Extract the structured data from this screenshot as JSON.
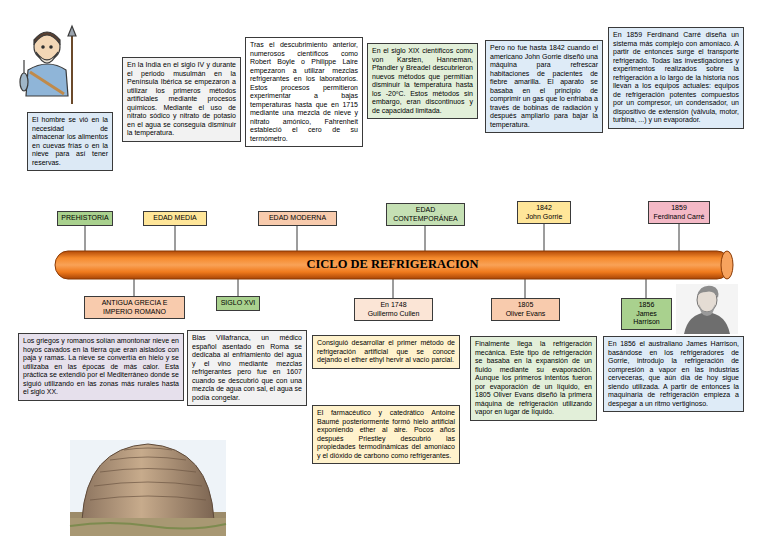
{
  "diagram": {
    "title": "CICLO DE REFRIGERACION",
    "nodes": [
      {
        "text": [
          "El hombre se vió en la necesidad de almacenar los alimentos en cuevas frías o en la nieve para así tener reservas."
        ]
      },
      {
        "text": [
          "PREHISTORIA"
        ]
      },
      {
        "text": [
          "En la India en el siglo IV y durante el periodo musulmán en la Península Ibérica se empezaron a utilizar los primeros métodos artificiales mediante procesos químicos. Mediante el uso de nitrato sódico y nitrato de potasio en el agua se conseguía disminuir la temperatura."
        ]
      },
      {
        "text": [
          "EDAD MEDIA"
        ]
      },
      {
        "text": [
          "Tras el descubrimiento anterior, numerosos científicos como Robert Boyle o Philippe Laire empezaron a utilizar mezclas refrigerantes en los laboratorios. Estos procesos permitieron experimentar a bajas temperaturas hasta que en 1715 mediante una mezcla de nieve y nitrato amónico, Fahrenheit estableció el cero de su termómetro."
        ]
      },
      {
        "text": [
          "EDAD MODERNA"
        ]
      },
      {
        "text": [
          "En el siglo XIX científicos como von Karsten, Hanneman, Pfandler y Breadel descubrieron nuevos métodos que permitían disminuir la temperatura hasta los -20ºC. Estos métodos sin embargo, eran discontinuos y de capacidad limitada."
        ]
      },
      {
        "text": [
          "EDAD CONTEMPORÁNEA"
        ]
      },
      {
        "text": [
          "Pero no fue hasta 1842 cuando el americano John Gorrie diseñó una máquina para refrescar habitaciones de pacientes de fiebre amarilla. El aparato se basaba en el principio de comprimir un gas que lo enfriaba a través de bobinas de radiación y después ampliarlo para bajar la temperatura."
        ]
      },
      {
        "text": [
          "1842",
          "John Gorrie"
        ]
      },
      {
        "text": [
          "En 1859 Ferdinand Carré diseña un sistema más complejo con amoníaco. A partir de entonces surge el transporte refrigerado. Todas las investigaciones y experimentos realizados sobre la refrigeración a lo largo de la historia nos llevan a los equipos actuales: equipos de refrigeración potentes compuestos por un compresor, un condensador, un dispositivo de extensión (válvula, motor, turbina, ...) y un evaporador."
        ]
      },
      {
        "text": [
          "1859",
          "Ferdinand Carré"
        ]
      },
      {
        "text": [
          "ANTIGUA GRECIA E IMPERIO ROMANO"
        ]
      },
      {
        "text": [
          "Los griegos y romanos solían amontonar nieve en hoyos cavados en la tierra que eran aislados con paja y ramas. La nieve se convertía en hielo y se utilizaba en las épocas de más calor. Esta práctica se extendió por el Mediterráneo donde se siguió utilizando en las zonas más rurales hasta el siglo XX."
        ]
      },
      {
        "text": [
          "SIGLO XVI"
        ]
      },
      {
        "text": [
          "Blas Villafranca, un médico español asentado en Roma se dedicaba al enfriamiento del agua y el vino mediante mezclas refrigerantes pero fue en 1607 cuando se descubrió que con una mezcla de agua con sal, el agua se podía congelar."
        ]
      },
      {
        "text": [
          "En 1748",
          "Guillermo Cullen"
        ]
      },
      {
        "text": [
          "Consiguió desarrollar el primer método de refrigeración artificial que se conoce dejando el ether ethyl hervir al vacío parcial."
        ]
      },
      {
        "text": [
          "El farmacéutico y catedrático Antoine Baumé posteriormente formó hielo artificial exponiendo ether al aire. Pocos años después Priestley descubrió las propiedades termodinámicas del amoníaco y el dióxido de carbono como refrigerantes."
        ]
      },
      {
        "text": [
          "1805",
          "Oliver Evans"
        ]
      },
      {
        "text": [
          "Finalmente llega la refrigeración mecánica. Este tipo de refrigeración se basaba en la expansión de un fluido mediante su evaporación. Aunque los primeros intentos fueron por evaporación de un líquido, en 1805 Oliver Evans diseñó la primera máquina de refrigeración utilizando vapor en lugar de líquido."
        ]
      },
      {
        "text": [
          "1856",
          "James Harrison"
        ]
      },
      {
        "text": [
          "En 1856 el australiano James Harrison, basándose en los refrigeradores de Gorrie, introdujo la refrigeración de compresión a vapor en las industrias cerveceras, que aún día de hoy sigue siendo utilizada. A partir de entonces la maquinaria de refrigeración empieza a despegar a un ritmo vertiginoso."
        ]
      }
    ]
  }
}
